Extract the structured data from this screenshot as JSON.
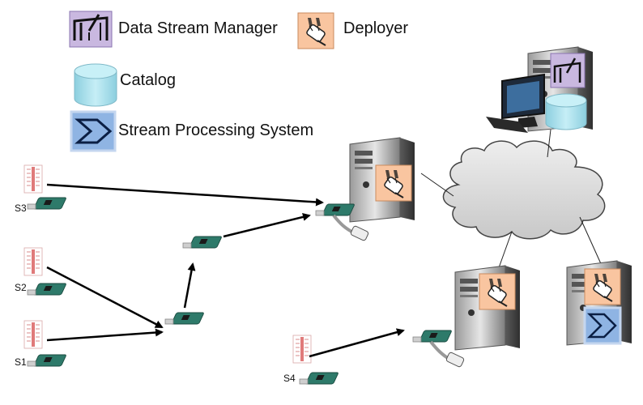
{
  "legend": {
    "data_stream_manager": "Data Stream Manager",
    "deployer": "Deployer",
    "catalog": "Catalog",
    "stream_processing_system": "Stream Processing System"
  },
  "sensors": {
    "s1": "S1",
    "s2": "S2",
    "s3": "S3",
    "s4": "S4"
  },
  "colors": {
    "dsm_fill": "#c9b8e0",
    "deployer_fill": "#f9c5a0",
    "catalog_fill": "#a8dbe6",
    "sps_fill": "#8fb4e3",
    "cloud_fill": "#d9d9d9",
    "board_green": "#2e7a6a"
  }
}
